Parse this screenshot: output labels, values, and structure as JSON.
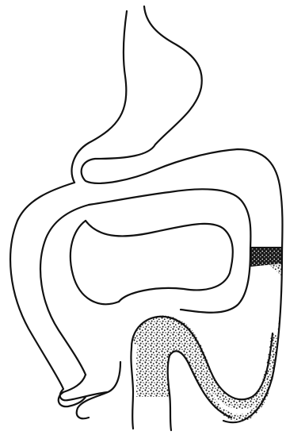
{
  "diagram": {
    "colors": {
      "background": "#ffffff",
      "outline": "#111111",
      "stipple": "#1a1a1a",
      "fill": "#ffffff"
    },
    "elements": [
      "upper-tube-outline",
      "large-loop-outer-outline",
      "inner-loop-outline",
      "stippled-contrast-segment",
      "bottom-tube-outline",
      "left-tail-outline"
    ]
  }
}
